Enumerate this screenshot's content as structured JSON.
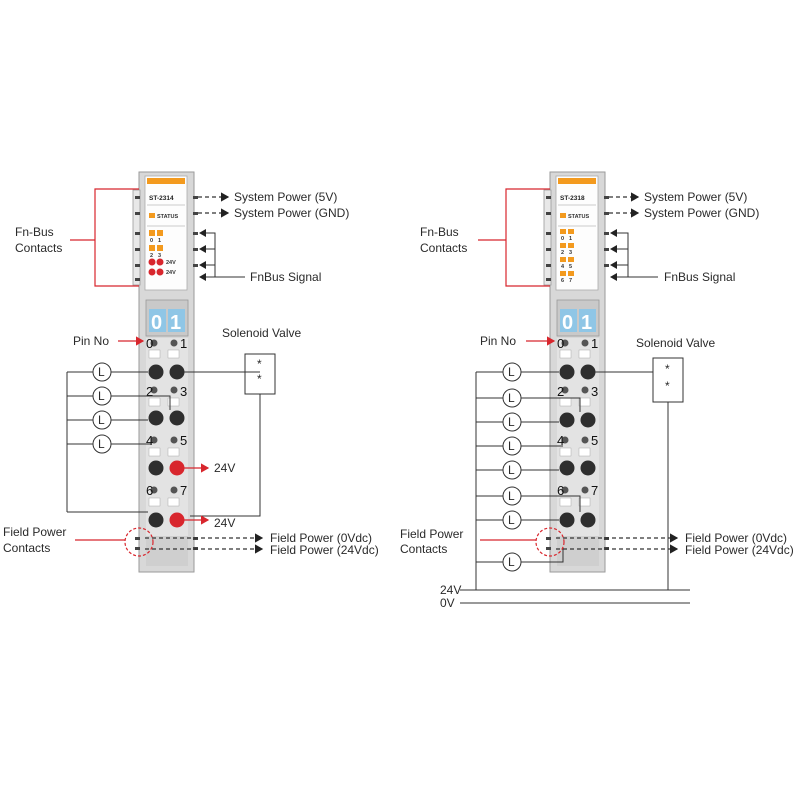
{
  "colors": {
    "accent_orange": "#f39a1e",
    "red": "#d8262d",
    "module_gray": "#d6d6d6",
    "display_blue": "#8fc6e6"
  },
  "left": {
    "model": "ST-2314",
    "status": "STATUS",
    "led_labels": [
      "0",
      "1",
      "2",
      "3"
    ],
    "power_led_labels": [
      "24V",
      "24V"
    ],
    "display_digits": [
      "0",
      "1"
    ],
    "pins": [
      "0",
      "1",
      "2",
      "3",
      "4",
      "5",
      "6",
      "7"
    ],
    "fnbus_contacts": "Fn-Bus\nContacts",
    "system_power_5v": "System Power (5V)",
    "system_power_gnd": "System Power (GND)",
    "fnbus_signal": "FnBus Signal",
    "pin_no": "Pin No",
    "solenoid_valve": "Solenoid Valve",
    "v24_labels": [
      "24V",
      "24V"
    ],
    "field_power_contacts": "Field Power\nContacts",
    "field_power_0vdc": "Field Power (0Vdc)",
    "field_power_24vdc": "Field Power (24Vdc)",
    "load_symbol": "L",
    "valve_marks": [
      "*",
      "*"
    ]
  },
  "right": {
    "model": "ST-2318",
    "status": "STATUS",
    "led_labels": [
      "0",
      "1",
      "2",
      "3",
      "4",
      "5",
      "6",
      "7"
    ],
    "display_digits": [
      "0",
      "1"
    ],
    "pins": [
      "0",
      "1",
      "2",
      "3",
      "4",
      "5",
      "6",
      "7"
    ],
    "fnbus_contacts": "Fn-Bus\nContacts",
    "system_power_5v": "System Power (5V)",
    "system_power_gnd": "System Power (GND)",
    "fnbus_signal": "FnBus Signal",
    "pin_no": "Pin No",
    "solenoid_valve": "Solenoid Valve",
    "field_power_contacts": "Field Power\nContacts",
    "field_power_0vdc": "Field Power (0Vdc)",
    "field_power_24vdc": "Field Power (24Vdc)",
    "bus_24v": "24V",
    "bus_0v": "0V",
    "load_symbol": "L",
    "valve_marks": [
      "*",
      "*"
    ]
  }
}
